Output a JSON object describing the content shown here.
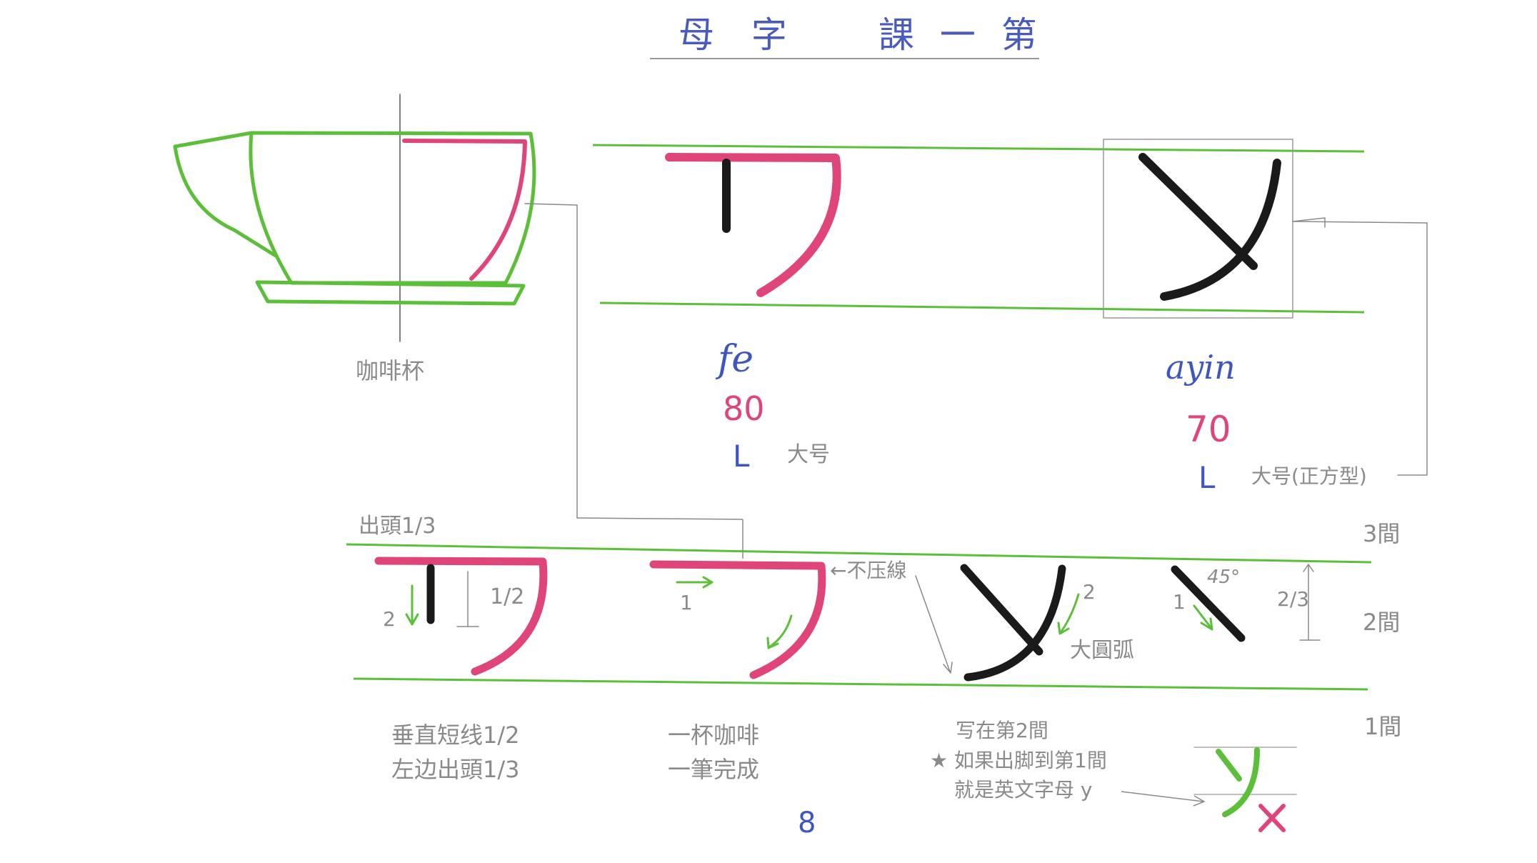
{
  "title": {
    "left": "母 字",
    "right": "課 一 第"
  },
  "cup_label": "咖啡杯",
  "letters": [
    {
      "name": "fe",
      "code": "80",
      "size_mark": "L",
      "size_note": "大号"
    },
    {
      "name": "ayin",
      "code": "70",
      "size_mark": "L",
      "size_note": "大号(正方型)"
    }
  ],
  "guide": {
    "overhang_note": "出頭1/3",
    "half_mark": "1/2",
    "two_thirds_mark": "2/3",
    "angle_mark": "45°",
    "no_touch_note": "←不压線",
    "big_arc_note": "大圓弧",
    "stroke_1": "1",
    "stroke_2": "2",
    "band_3": "3間",
    "band_2": "2間",
    "band_1": "1間"
  },
  "notes": {
    "fe_tip_line1": "垂直短线1/2",
    "fe_tip_line2": "左边出頭1/3",
    "fe2_tip_line1": "一杯咖啡",
    "fe2_tip_line2": "一筆完成",
    "ayin_tip_line1": "写在第2間",
    "ayin_tip_line2": "★ 如果出脚到第1間",
    "ayin_tip_line3": "就是英文字母 y"
  },
  "page_number": "8",
  "colors": {
    "green": "#5cbf3a",
    "pink": "#e0457a",
    "ink": "#1a1a1a",
    "blue": "#4a5bbf",
    "gray": "#8a8a8a"
  }
}
